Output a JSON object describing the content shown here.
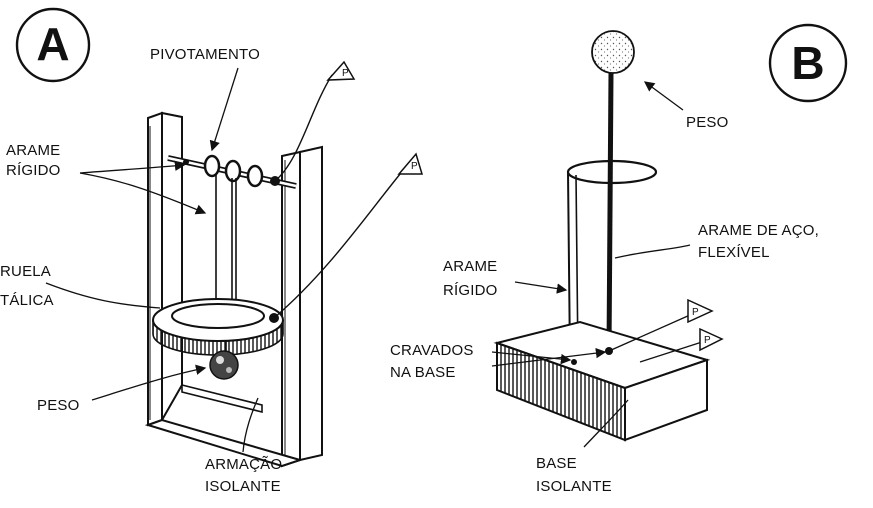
{
  "panel_a": {
    "letter": "A",
    "labels": {
      "pivot": "PIVOTAMENTO",
      "wire_1": "ARAME",
      "wire_2": "RÍGIDO",
      "washer_1": "RUELA",
      "washer_2": "TÁLICA",
      "weight": "PESO",
      "frame_1": "ARMAÇÃO",
      "frame_2": "ISOLANTE",
      "p_tag": "P"
    }
  },
  "panel_b": {
    "letter": "B",
    "labels": {
      "weight": "PESO",
      "steel_1": "ARAME DE AÇO,",
      "steel_2": "FLEXÍVEL",
      "wire_1": "ARAME",
      "wire_2": "RÍGIDO",
      "fixed_1": "CRAVADOS",
      "fixed_2": "NA BASE",
      "base_1": "BASE",
      "base_2": "ISOLANTE",
      "p_tag": "P"
    }
  },
  "colors": {
    "ink": "#111111",
    "paper": "#ffffff"
  }
}
